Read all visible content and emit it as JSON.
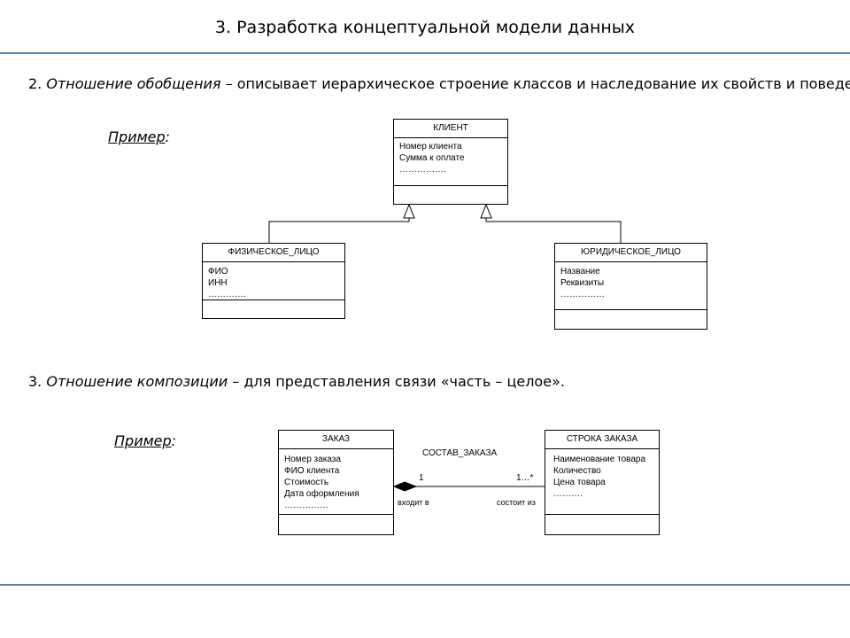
{
  "slide": {
    "title": "3. Разработка концептуальной модели данных",
    "generalization": {
      "number": "2.",
      "term": "Отношение обобщения",
      "rest": " – описывает иерархическое строение классов и наследование их свойств и поведения."
    },
    "composition": {
      "number": "3.",
      "term": "Отношение композиции",
      "rest": " – для представления связи «часть – целое»."
    },
    "example_label": "Пример",
    "example_colon": ":"
  },
  "diagram1": {
    "client": {
      "name": "КЛИЕНТ",
      "attrs": [
        "Номер клиента",
        "Сумма к оплате",
        "……………."
      ]
    },
    "person": {
      "name": "ФИЗИЧЕСКОЕ_ЛИЦО",
      "attrs": [
        "ФИО",
        "ИНН",
        "…………."
      ]
    },
    "company": {
      "name": "ЮРИДИЧЕСКОЕ_ЛИЦО",
      "attrs": [
        "Название",
        "Реквизиты",
        "……………"
      ]
    }
  },
  "diagram2": {
    "order": {
      "name": "ЗАКАЗ",
      "attrs": [
        "Номер заказа",
        "ФИО клиента",
        "Стоимость",
        "Дата оформления",
        "……………"
      ]
    },
    "order_line": {
      "name": "СТРОКА ЗАКАЗА",
      "attrs": [
        "Наименование товара",
        "Количество",
        "Цена товара",
        "………."
      ]
    },
    "association": {
      "name": "СОСТАВ_ЗАКАЗА",
      "left_multiplicity": "1",
      "right_multiplicity": "1…*",
      "left_role": "входит в",
      "right_role": "состоит из"
    }
  }
}
